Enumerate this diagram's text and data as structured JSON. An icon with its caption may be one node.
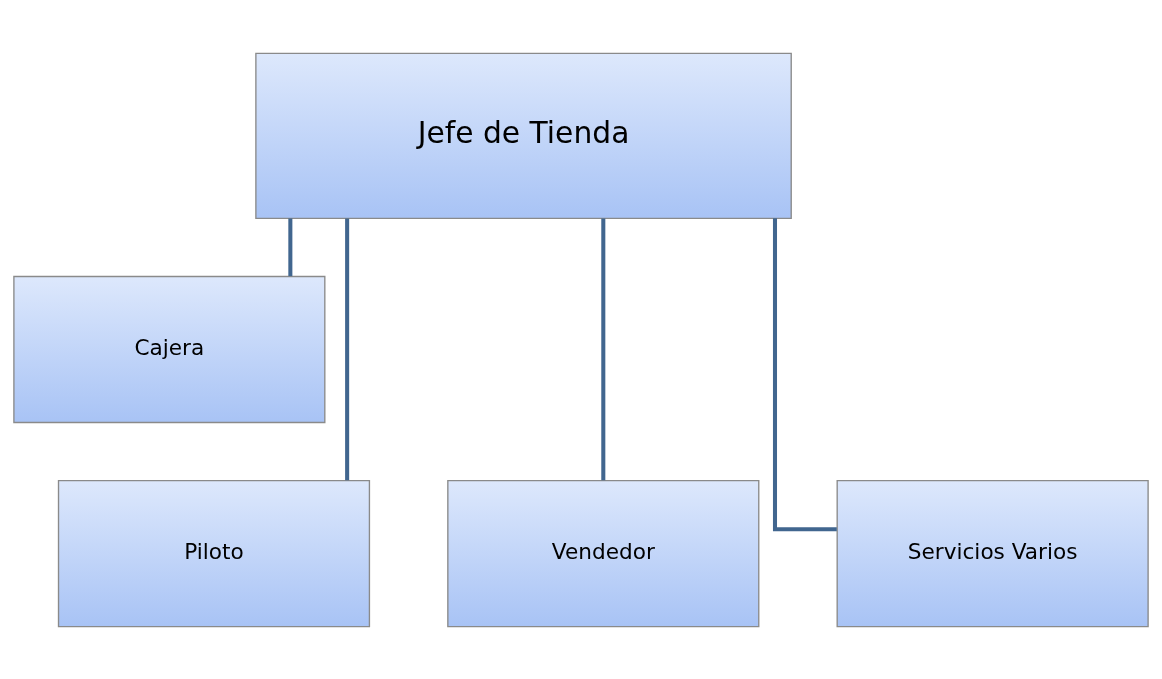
{
  "diagram": {
    "nodes": [
      {
        "text": [
          "Jefe de Tienda"
        ]
      },
      {
        "text": [
          "Cajera"
        ]
      },
      {
        "text": [
          "Piloto"
        ]
      },
      {
        "text": [
          "Vendedor"
        ]
      },
      {
        "text": [
          "Servicios Varios"
        ]
      }
    ],
    "edges": [
      {
        "from": 0,
        "to": 1,
        "arrow": "none"
      },
      {
        "from": 0,
        "to": 2,
        "arrow": "none"
      },
      {
        "from": 0,
        "to": 3,
        "arrow": "none"
      },
      {
        "from": 0,
        "to": 4,
        "arrow": "none"
      }
    ]
  }
}
